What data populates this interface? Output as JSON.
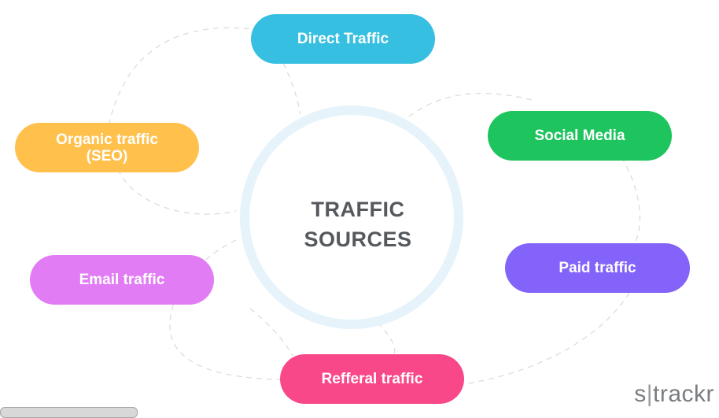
{
  "center": {
    "line1": "TRAFFIC",
    "line2": "SOURCES"
  },
  "nodes": [
    {
      "id": "direct",
      "label": "Direct Traffic",
      "color": "#36bfe0"
    },
    {
      "id": "organic",
      "label": "Organic traffic\n(SEO)",
      "color": "#ffc04c"
    },
    {
      "id": "social",
      "label": "Social Media",
      "color": "#1ec45e"
    },
    {
      "id": "paid",
      "label": "Paid traffic",
      "color": "#8363f9"
    },
    {
      "id": "email",
      "label": "Email traffic",
      "color": "#e27cf5"
    },
    {
      "id": "referral",
      "label": "Refferal traffic",
      "color": "#f9488a"
    }
  ],
  "logo": {
    "left": "s",
    "right": "trackr"
  },
  "colors": {
    "ring": "#e9f5fb",
    "dashed": "#d7d7d7",
    "center_text": "#55585c"
  }
}
